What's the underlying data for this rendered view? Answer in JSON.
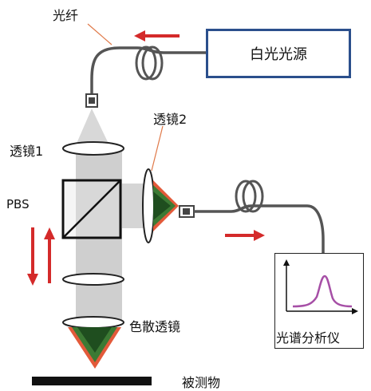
{
  "labels": {
    "fiber": "光纤",
    "white_light_source": "白光光源",
    "lens1": "透镜1",
    "lens2": "透镜2",
    "pbs": "PBS",
    "dispersive_lens": "色散透镜",
    "spectrometer": "光谱分析仪",
    "object": "被测物"
  },
  "colors": {
    "source_box_border": "#2b4f8c",
    "arrow": "#d42a2a",
    "fiber": "#555555",
    "beam": "#cfcfcf",
    "spectrum_curve": "#a64fa6"
  },
  "icons": {
    "direction_arrows": "arrow-icon",
    "spectrum": "spectrum-curve-icon"
  }
}
